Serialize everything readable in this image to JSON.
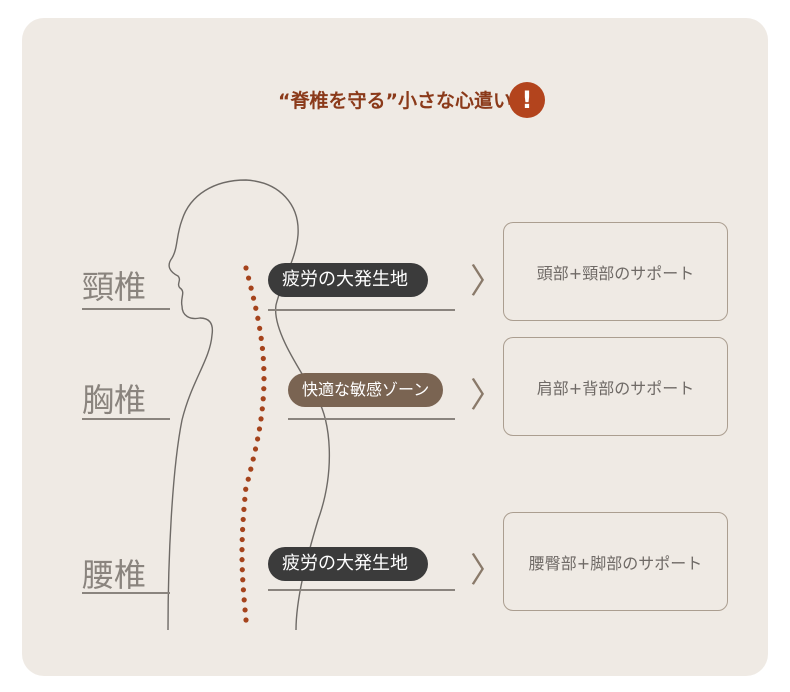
{
  "title": "“脊椎を守る”小さな心遣い",
  "title_icon": "exclamation-icon",
  "exclamation": "!",
  "regions": [
    {
      "label": "頸椎",
      "tag": "疲労の大発生地",
      "support": "頭部+頸部のサポート"
    },
    {
      "label": "胸椎",
      "tag": "快適な敏感ゾーン",
      "support": "肩部+背部のサポート"
    },
    {
      "label": "腰椎",
      "tag": "疲労の大発生地",
      "support": "腰臀部+脚部のサポート"
    }
  ],
  "chevron": "〉",
  "colors": {
    "accent": "#8b3a1a",
    "spine": "#a5431c",
    "dark_pill": "#3b3b3b",
    "brown_pill": "#7a6452"
  }
}
